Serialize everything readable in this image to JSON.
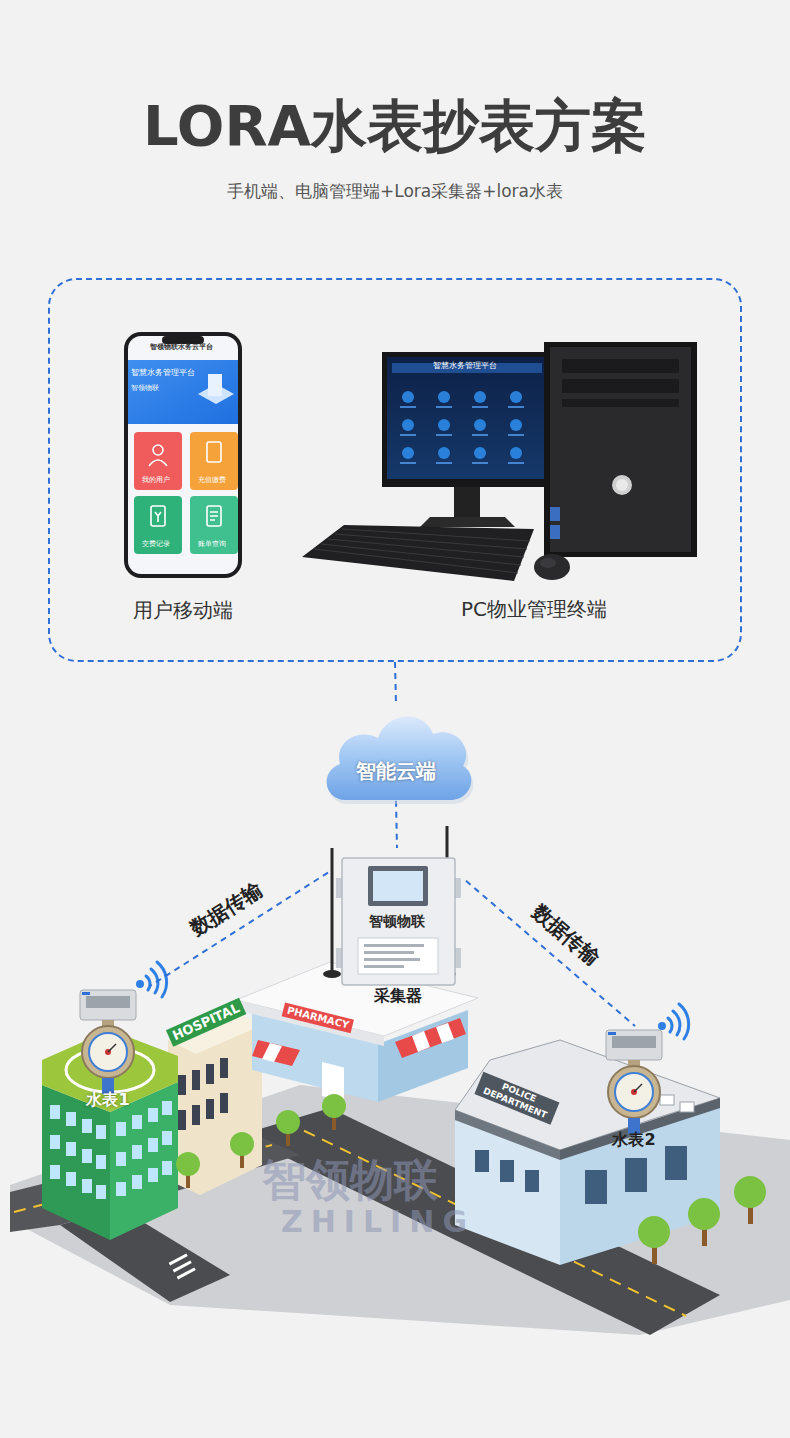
{
  "diagram": {
    "title": "LORA水表抄表方案",
    "caption": "手机端、电脑管理端+Lora采集器+lora水表",
    "nodes": [
      {
        "text": []
      },
      {
        "text": [
          "用户移动端"
        ],
        "in": 0
      },
      {
        "text": [
          "PC物业管理终端"
        ],
        "in": 0
      },
      {
        "text": [
          "智能云端"
        ]
      },
      {
        "text": [
          "采集器"
        ]
      },
      {
        "text": [
          "水表1"
        ]
      },
      {
        "text": [
          "水表2"
        ]
      }
    ],
    "edges": [
      {
        "from": 0,
        "to": 3,
        "arrow": "none"
      },
      {
        "from": 3,
        "to": 4,
        "arrow": "none"
      },
      {
        "from": 4,
        "to": 5,
        "label": "数据传输",
        "arrow": "none"
      },
      {
        "from": 4,
        "to": 6,
        "label": "数据传输",
        "arrow": "none"
      }
    ],
    "labels": [
      "智领物联水务云平台",
      "智慧水务管理平台",
      "智领物联",
      "我的用户",
      "充值缴费",
      "交费记录",
      "账单查询",
      "智慧水务管理平台",
      "智顿物联",
      "HOSPITAL",
      "PHARMACY",
      "POLICE DEPARTMENT",
      "智领物联",
      "ZHILING"
    ]
  }
}
